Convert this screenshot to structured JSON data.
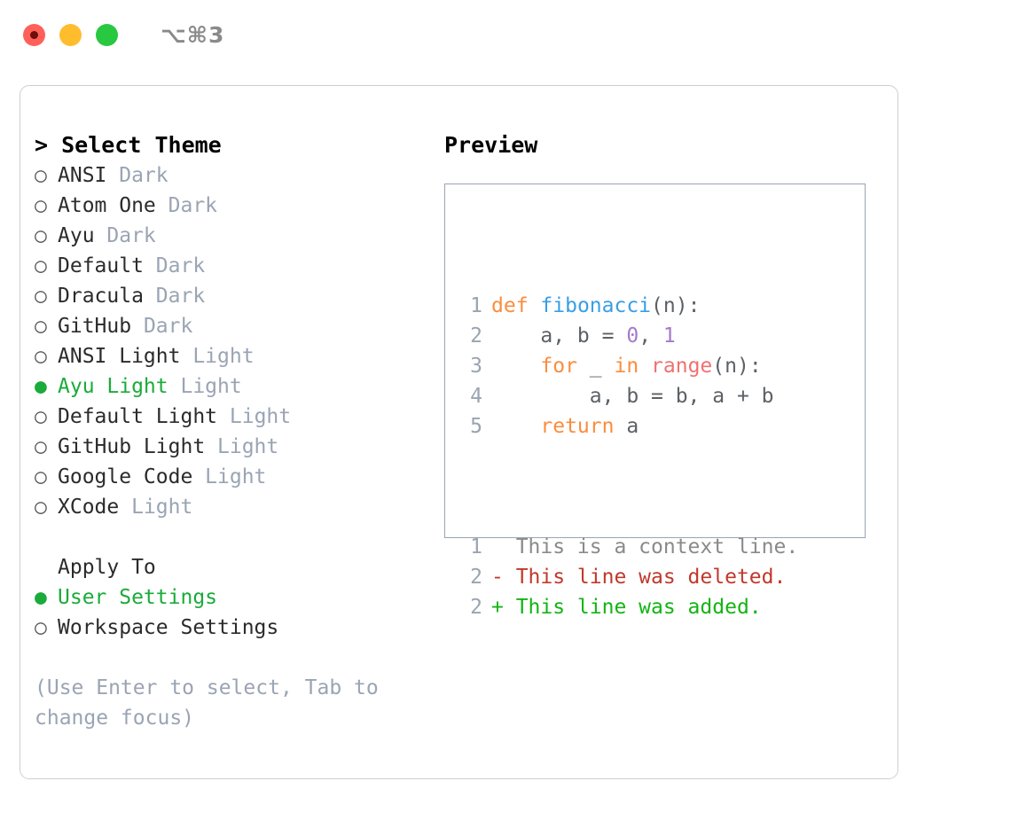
{
  "titlebar": {
    "shortcut": "⌥⌘3",
    "lights": [
      "close-red",
      "minimize-yellow",
      "zoom-green"
    ]
  },
  "theme_panel": {
    "heading": "> Select Theme",
    "items": [
      {
        "marker": "○",
        "name": "ANSI",
        "kind": "Dark",
        "selected": false
      },
      {
        "marker": "○",
        "name": "Atom One",
        "kind": "Dark",
        "selected": false
      },
      {
        "marker": "○",
        "name": "Ayu",
        "kind": "Dark",
        "selected": false
      },
      {
        "marker": "○",
        "name": "Default",
        "kind": "Dark",
        "selected": false
      },
      {
        "marker": "○",
        "name": "Dracula",
        "kind": "Dark",
        "selected": false
      },
      {
        "marker": "○",
        "name": "GitHub",
        "kind": "Dark",
        "selected": false
      },
      {
        "marker": "○",
        "name": "ANSI Light",
        "kind": "Light",
        "selected": false
      },
      {
        "marker": "●",
        "name": "Ayu Light",
        "kind": "Light",
        "selected": true
      },
      {
        "marker": "○",
        "name": "Default Light",
        "kind": "Light",
        "selected": false
      },
      {
        "marker": "○",
        "name": "GitHub Light",
        "kind": "Light",
        "selected": false
      },
      {
        "marker": "○",
        "name": "Google Code",
        "kind": "Light",
        "selected": false
      },
      {
        "marker": "○",
        "name": "XCode",
        "kind": "Light",
        "selected": false
      }
    ]
  },
  "apply_to": {
    "heading": "Apply To",
    "items": [
      {
        "marker": "●",
        "label": "User Settings",
        "selected": true
      },
      {
        "marker": "○",
        "label": "Workspace Settings",
        "selected": false
      }
    ]
  },
  "hint": "(Use Enter to select, Tab to change focus)",
  "preview": {
    "heading": "Preview",
    "code_lines": [
      {
        "num": "1",
        "tokens": [
          {
            "t": "def",
            "c": "kw"
          },
          {
            "t": " ",
            "c": "id"
          },
          {
            "t": "fibonacci",
            "c": "fn"
          },
          {
            "t": "(n):",
            "c": "pun"
          }
        ]
      },
      {
        "num": "2",
        "tokens": [
          {
            "t": "    a, b = ",
            "c": "id"
          },
          {
            "t": "0",
            "c": "num"
          },
          {
            "t": ", ",
            "c": "id"
          },
          {
            "t": "1",
            "c": "num"
          }
        ]
      },
      {
        "num": "3",
        "tokens": [
          {
            "t": "    ",
            "c": "id"
          },
          {
            "t": "for",
            "c": "kw"
          },
          {
            "t": " _ ",
            "c": "id"
          },
          {
            "t": "in",
            "c": "kw"
          },
          {
            "t": " ",
            "c": "id"
          },
          {
            "t": "range",
            "c": "call"
          },
          {
            "t": "(n):",
            "c": "pun"
          }
        ]
      },
      {
        "num": "4",
        "tokens": [
          {
            "t": "        a, b = b, a + b",
            "c": "id"
          }
        ]
      },
      {
        "num": "5",
        "tokens": [
          {
            "t": "    ",
            "c": "id"
          },
          {
            "t": "return",
            "c": "kw"
          },
          {
            "t": " a",
            "c": "id"
          }
        ]
      }
    ],
    "diff_lines": [
      {
        "num": "1",
        "sign": "  ",
        "text": "This is a context line.",
        "type": "ctx"
      },
      {
        "num": "2",
        "sign": "- ",
        "text": "This line was deleted.",
        "type": "del"
      },
      {
        "num": "2",
        "sign": "+ ",
        "text": "This line was added.",
        "type": "add"
      }
    ]
  },
  "colors": {
    "accent_green": "#1aab3a",
    "muted": "#9aa4b4",
    "keyword": "#FA8D3E",
    "function": "#399EE6",
    "number": "#A37ACC",
    "call": "#F07171",
    "diff_add": "#13B413",
    "diff_del": "#C0392B"
  }
}
